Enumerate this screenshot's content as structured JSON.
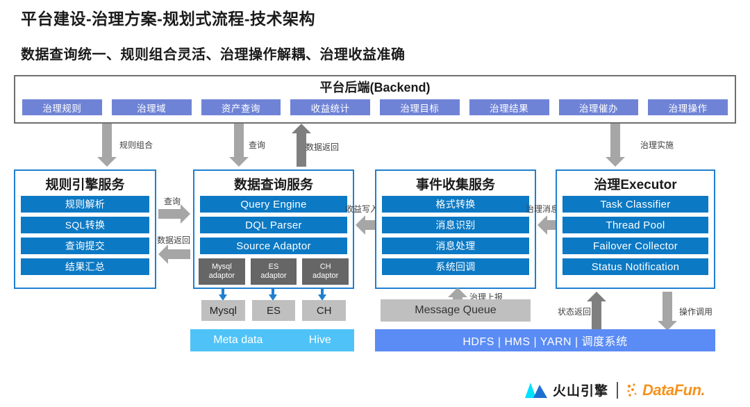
{
  "page": {
    "title": "平台建设-治理方案-规划式流程-技术架构",
    "subtitle": "数据查询统一、规则组合灵活、治理操作解耦、治理收益准确"
  },
  "backend": {
    "title": "平台后端(Backend)",
    "tags": [
      "治理规则",
      "治理域",
      "资产查询",
      "收益统计",
      "治理目标",
      "治理结果",
      "治理催办",
      "治理操作"
    ]
  },
  "panels": [
    {
      "id": "rule",
      "title": "规则引擎服务",
      "items": [
        "规则解析",
        "SQL转换",
        "查询提交",
        "结果汇总"
      ]
    },
    {
      "id": "query",
      "title": "数据查询服务",
      "items": [
        "Query Engine",
        "DQL Parser",
        "Source Adaptor"
      ]
    },
    {
      "id": "event",
      "title": "事件收集服务",
      "items": [
        "格式转换",
        "消息识别",
        "消息处理",
        "系统回调"
      ]
    },
    {
      "id": "exec",
      "title": "治理Executor",
      "items": [
        "Task Classifier",
        "Thread Pool",
        "Failover Collector",
        "Status Notification"
      ]
    }
  ],
  "adaptors": [
    {
      "name": "Mysql",
      "kind": "adaptor"
    },
    {
      "name": "ES",
      "kind": "adaptor"
    },
    {
      "name": "CH",
      "kind": "adaptor"
    }
  ],
  "stores": [
    "Mysql",
    "ES",
    "CH"
  ],
  "meta_bar": {
    "left": "Meta data",
    "right": "Hive"
  },
  "message_queue": "Message Queue",
  "infra_bar": "HDFS | HMS | YARN | 调度系统",
  "arrow_labels": {
    "rule_compose": "规则组合",
    "query_top": "查询",
    "data_return_top": "数据返回",
    "govern_exec": "治理实施",
    "query_mid": "查询",
    "data_return_mid": "数据返回",
    "revenue_write": "收益写入",
    "govern_msg": "治理消息",
    "govern_report": "治理上报",
    "status_return": "状态返回",
    "op_invoke": "操作调用"
  },
  "footer": {
    "volcano_name": "火山引擎",
    "datafun_name": "DataFun."
  },
  "colors": {
    "tag_blue": "#6f83d6",
    "bar_blue": "#0c79c4",
    "panel_border": "#1f7fd0",
    "meta_cyan": "#4fc3f7",
    "infra_blue": "#5b8cf5",
    "gray": "#bfbfbf",
    "arrow_gray": "#a6a6a6",
    "datafun_orange": "#f5921e"
  }
}
